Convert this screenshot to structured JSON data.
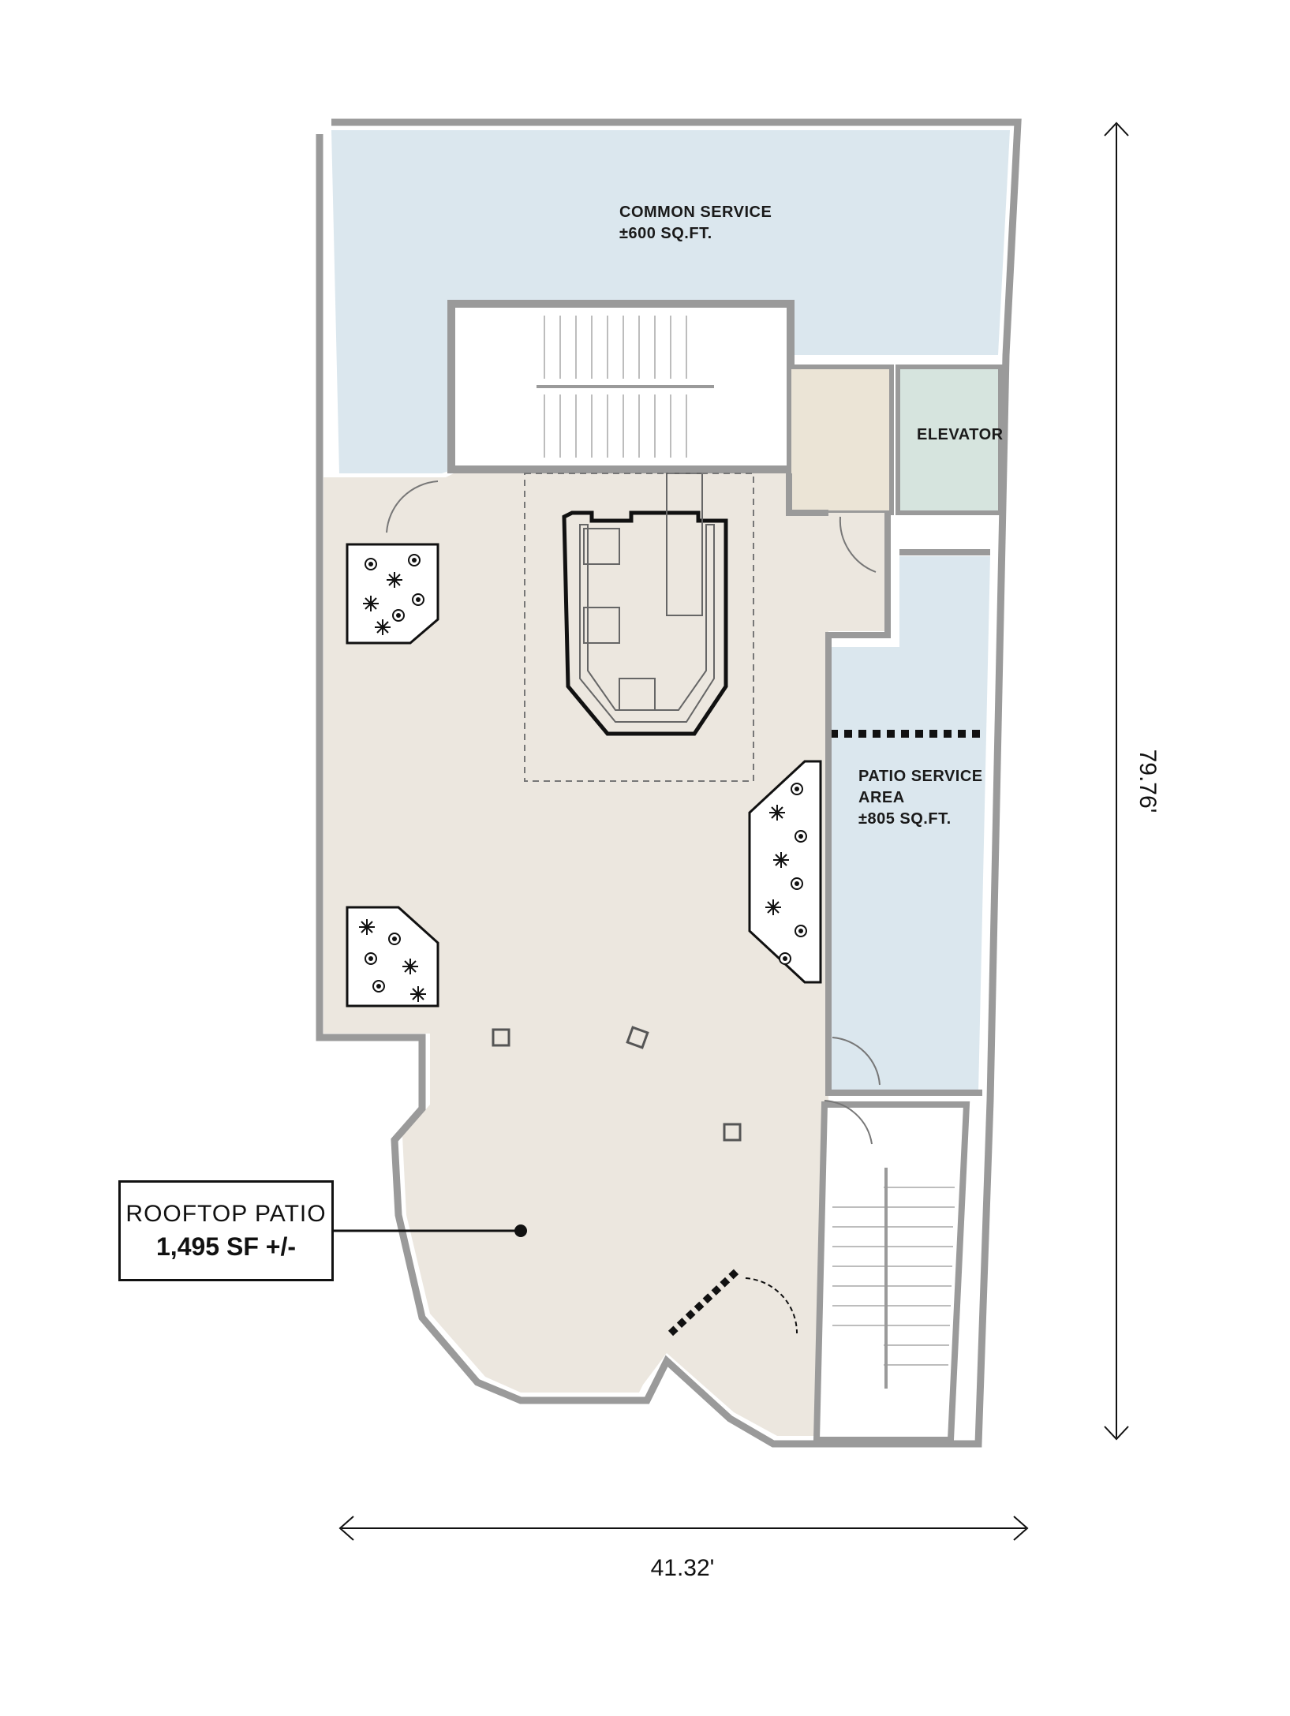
{
  "rooms": {
    "common_service": {
      "name": "COMMON SERVICE",
      "area": "±600 SQ.FT."
    },
    "elevator": {
      "name": "ELEVATOR"
    },
    "patio_service": {
      "name_line1": "PATIO SERVICE",
      "name_line2": "AREA",
      "area": "±805 SQ.FT."
    }
  },
  "callout": {
    "title": "ROOFTOP PATIO",
    "area": "1,495 SF +/-"
  },
  "dimensions": {
    "height": "79.76'",
    "width": "41.32'"
  },
  "colors": {
    "patio_fill": "#ece7df",
    "service_fill": "#dbe7ee",
    "elevator_fill": "#d6e4de",
    "lobby_fill": "#ebe4d6",
    "wall": "#9a9a9a"
  }
}
